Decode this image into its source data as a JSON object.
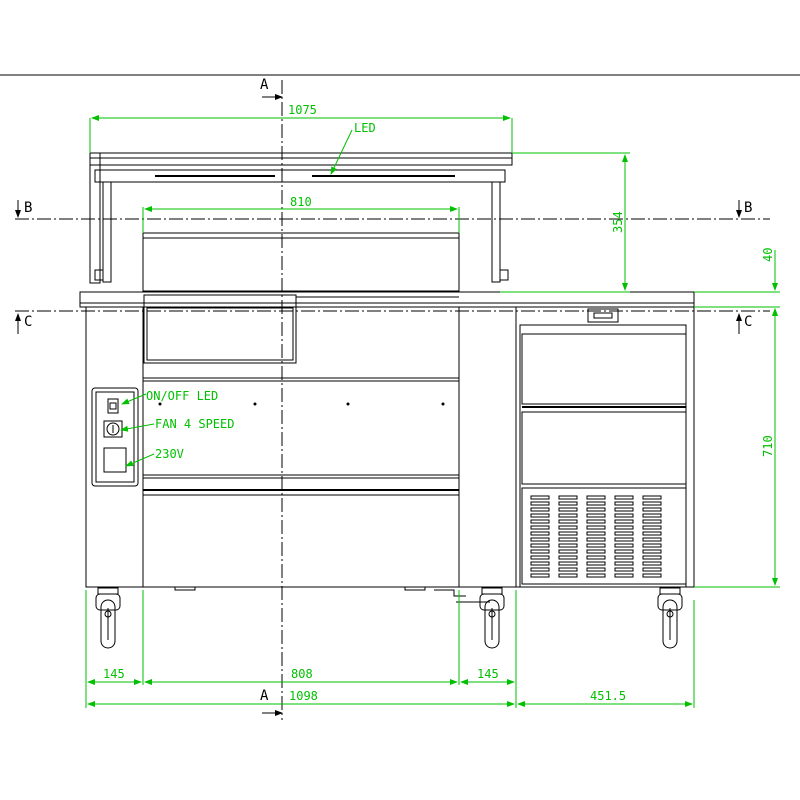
{
  "sections": {
    "a": "A",
    "b": "B",
    "c": "C"
  },
  "dimensions": {
    "overall_top": "1075",
    "inner_top": "810",
    "bottom_left": "145",
    "bottom_center": "808",
    "bottom_right": "145",
    "overall_bottom": "1098",
    "cabinet_width": "451.5",
    "canopy_height": "354",
    "top_thickness": "40",
    "body_height": "710"
  },
  "callouts": {
    "led": "LED",
    "on_off_led": "ON/OFF LED",
    "fan_speed": "FAN 4 SPEED",
    "voltage": "230V"
  },
  "colors": {
    "dimension": "#00c000",
    "outline": "#000000"
  }
}
